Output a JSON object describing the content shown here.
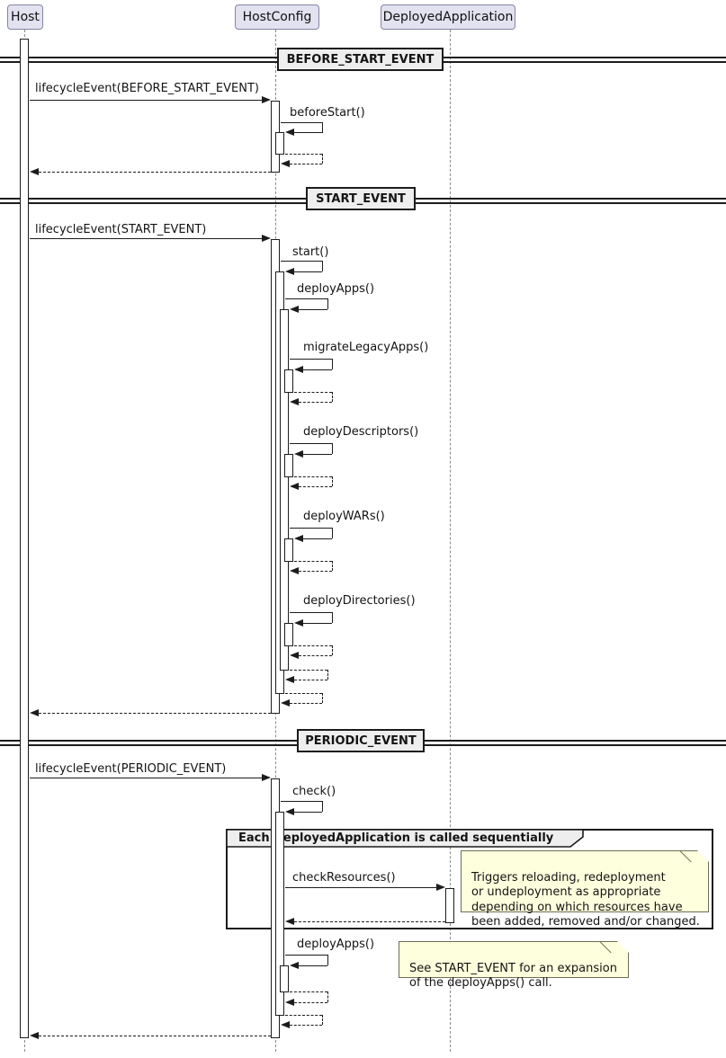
{
  "participants": [
    {
      "label": "Host"
    },
    {
      "label": "HostConfig"
    },
    {
      "label": "DeployedApplication"
    }
  ],
  "dividers": [
    {
      "label": "BEFORE_START_EVENT"
    },
    {
      "label": "START_EVENT"
    },
    {
      "label": "PERIODIC_EVENT"
    }
  ],
  "messages": {
    "lifecycle_before_start": "lifecycleEvent(BEFORE_START_EVENT)",
    "before_start": "beforeStart()",
    "lifecycle_start": "lifecycleEvent(START_EVENT)",
    "start": "start()",
    "deploy_apps": "deployApps()",
    "migrate_legacy_apps": "migrateLegacyApps()",
    "deploy_descriptors": "deployDescriptors()",
    "deploy_wars": "deployWARs()",
    "deploy_directories": "deployDirectories()",
    "lifecycle_periodic": "lifecycleEvent(PERIODIC_EVENT)",
    "check": "check()",
    "check_resources": "checkResources()",
    "deploy_apps_periodic": "deployApps()"
  },
  "group": {
    "title": "Each DeployedApplication is called sequentially"
  },
  "notes": {
    "check_resources_note": "Triggers reloading, redeployment\nor undeployment as appropriate\ndepending on which resources have\nbeen added, removed and/or changed.",
    "deploy_apps_note": "See START_EVENT for an expansion\nof the deployApps() call."
  },
  "colors": {
    "participant_fill": "#E2E2F0",
    "divider_fill": "#EEEEEE",
    "note_fill": "#FEFFDD",
    "line": "#1c1c1c"
  }
}
